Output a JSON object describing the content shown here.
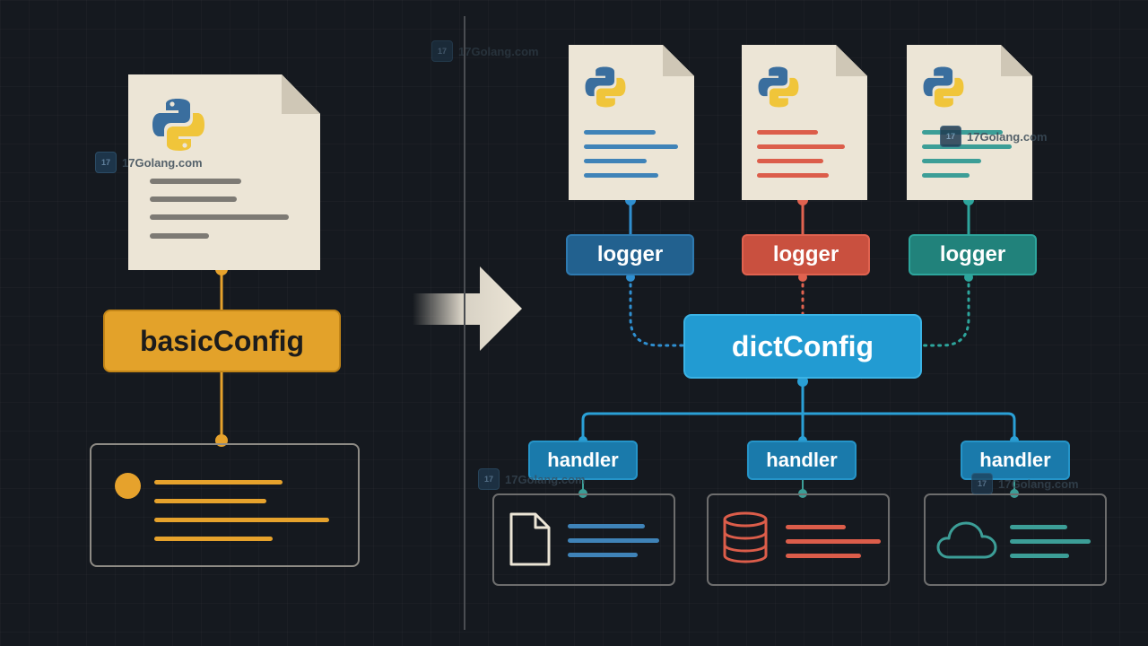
{
  "left": {
    "config_label": "basicConfig"
  },
  "right": {
    "config_label": "dictConfig",
    "loggers": [
      {
        "label": "logger",
        "color": "#22618f"
      },
      {
        "label": "logger",
        "color": "#c9503f"
      },
      {
        "label": "logger",
        "color": "#21827b"
      }
    ],
    "handlers": [
      {
        "label": "handler",
        "destination_icon": "file-icon"
      },
      {
        "label": "handler",
        "destination_icon": "database-icon"
      },
      {
        "label": "handler",
        "destination_icon": "cloud-icon"
      }
    ]
  },
  "colors": {
    "background": "#15191f",
    "basic_config": "#e3a22a",
    "dict_config": "#229bd2",
    "handler": "#1a7aab",
    "blue_series": "#3f83b8",
    "red_series": "#dc5d4a",
    "teal_series": "#3c9e97"
  },
  "watermark": "17Golang.com",
  "icons": [
    "python-logo-icon",
    "arrow-right-icon",
    "file-icon",
    "database-icon",
    "cloud-icon",
    "status-dot-icon"
  ]
}
